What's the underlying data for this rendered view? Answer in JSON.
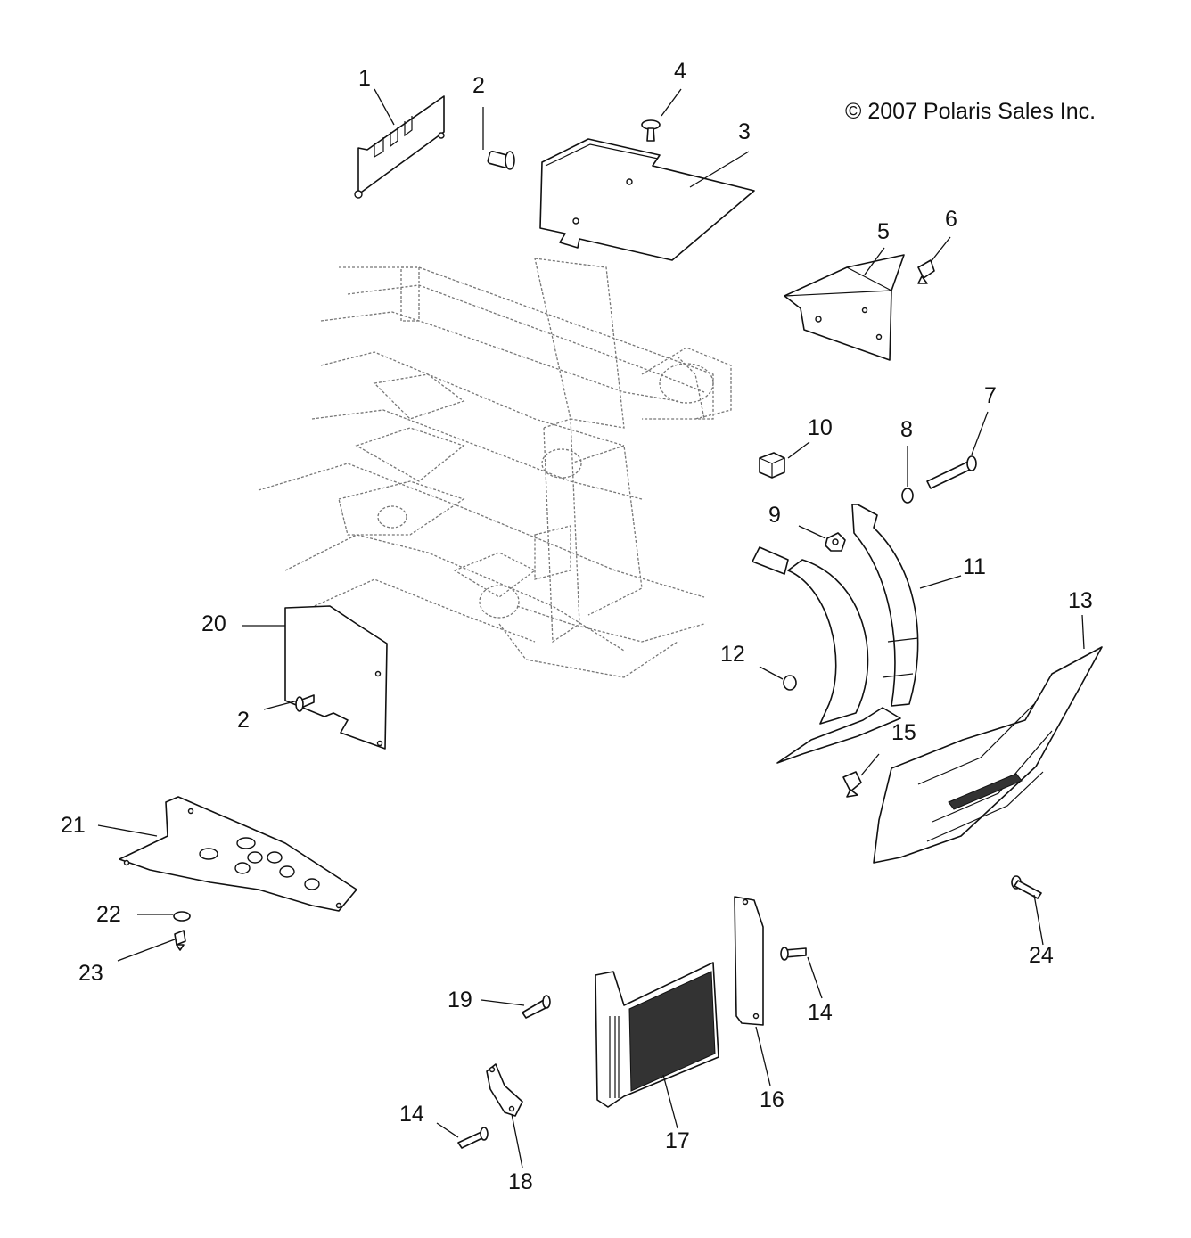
{
  "copyright": "© 2007 Polaris Sales Inc.",
  "callouts": [
    "1",
    "2",
    "3",
    "4",
    "5",
    "6",
    "7",
    "8",
    "9",
    "10",
    "11",
    "12",
    "13",
    "14",
    "15",
    "16",
    "17",
    "18",
    "19",
    "20",
    "2",
    "21",
    "22",
    "23",
    "24",
    "14"
  ]
}
